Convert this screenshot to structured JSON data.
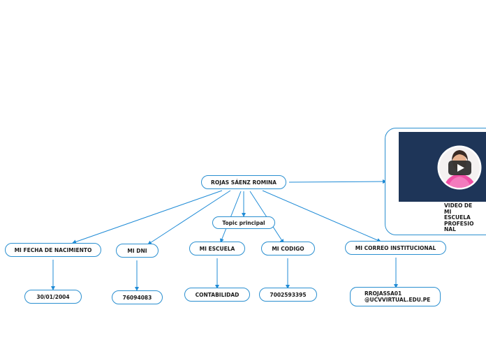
{
  "root": {
    "label": "ROJAS SÁENZ ROMINA"
  },
  "topic": {
    "label": "Topic principal"
  },
  "branches": {
    "birth": {
      "label": "MI FECHA DE NACIMIENTO",
      "value": "30/01/2004"
    },
    "dni": {
      "label": "MI DNI",
      "value": "76094083"
    },
    "school": {
      "label": "MI ESCUELA",
      "value": "CONTABILIDAD"
    },
    "code": {
      "label": "MI CODIGO",
      "value": "7002593395"
    },
    "email": {
      "label": "MI CORREO INSTITUCIONAL",
      "value_line1": "RROJASSA01",
      "value_line2": "@UCVVIRTUAL.EDU.PE"
    }
  },
  "video": {
    "label_lines": [
      "VIDEO DE",
      "MI",
      "ESCUELA",
      "PROFESIO",
      "NAL"
    ],
    "play_icon": "play-button-icon"
  },
  "colors": {
    "line": "#1f8bd6",
    "border": "#2a8fd0",
    "thumb_bg": "#1e3558",
    "play_bg": "#2b2b2b"
  }
}
